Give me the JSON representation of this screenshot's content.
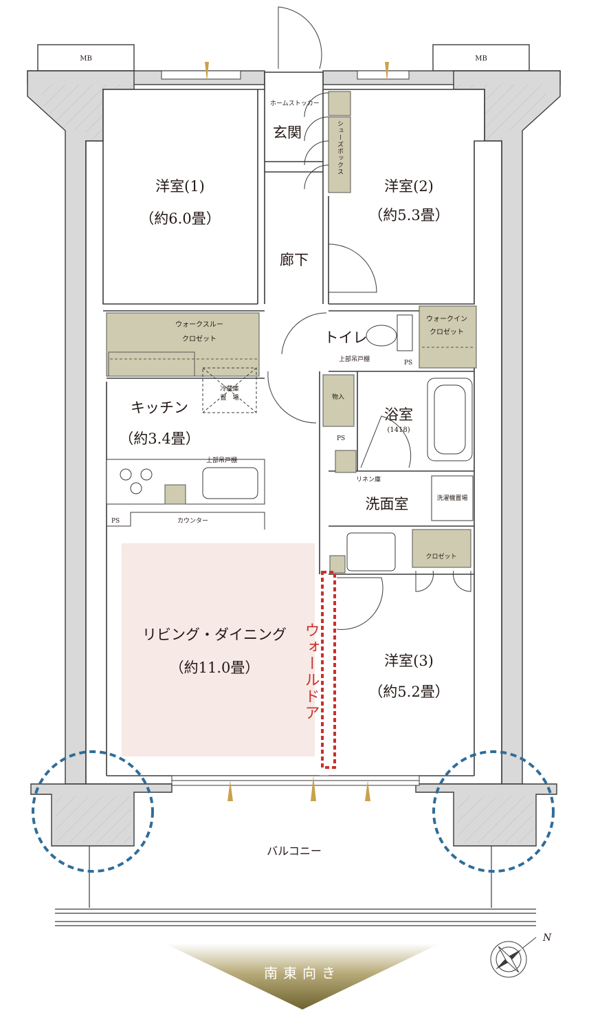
{
  "rooms": {
    "western1": {
      "name": "洋室(1)",
      "size": "（約6.0畳）"
    },
    "western2": {
      "name": "洋室(2)",
      "size": "（約5.3畳）"
    },
    "western3": {
      "name": "洋室(3)",
      "size": "（約5.2畳）"
    },
    "living": {
      "name": "リビング・ダイニング",
      "size": "（約11.0畳）"
    },
    "kitchen": {
      "name": "キッチン",
      "size": "（約3.4畳）"
    },
    "entrance": "玄関",
    "hallway": "廊下",
    "toilet": "トイレ",
    "bathroom": {
      "name": "浴室",
      "size": "(1418)"
    },
    "washroom": "洗面室",
    "balcony": "バルコニー"
  },
  "labels": {
    "mb_left": "MB",
    "mb_right": "MB",
    "home_stocker": "ホームストッカー",
    "shoe_box": "シューズボックス",
    "walk_through_closet": [
      "ウォークスルー",
      "クロゼット"
    ],
    "walk_in_closet": [
      "ウォークイン",
      "クロゼット"
    ],
    "fridge": [
      "冷蔵庫",
      "置　場"
    ],
    "upper_cabinet_toilet": "上部吊戸棚",
    "upper_cabinet_kitchen": "上部吊戸棚",
    "ps_toilet": "PS",
    "ps_bath": "PS",
    "ps_kitchen": "PS",
    "storage": "物入",
    "linen": "リネン庫",
    "laundry": "洗濯機置場",
    "closet3": "クロゼット",
    "counter": "カウンター",
    "wall_door": "ウォールドア",
    "compass": "N"
  },
  "orientation": {
    "label": "南東向き"
  },
  "colors": {
    "closet_fill": "#cfcbb0",
    "living_fill": "#f6e9e6",
    "wall_door": "#c8312b",
    "highlight_circle": "#2f6d9a",
    "orientation_bg": "#8b7d4e"
  }
}
